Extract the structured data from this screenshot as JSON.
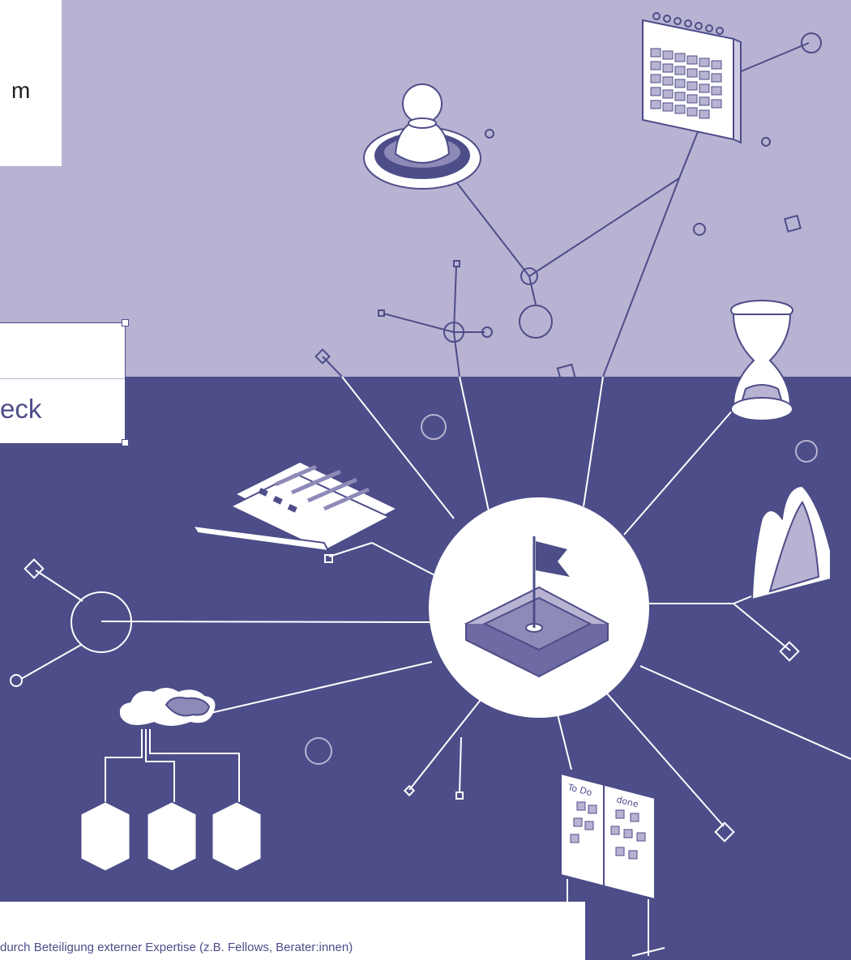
{
  "colors": {
    "background_top": "#b8b3d2",
    "background_bottom": "#4d4d89",
    "stroke": "#4d4d89",
    "white": "#ffffff"
  },
  "top_card": {
    "text": "m"
  },
  "label_box": {
    "text": "eck"
  },
  "bottom_card": {
    "text": "durch Beteiligung externer Expertise (z.B. Fellows, Berater:innen)"
  },
  "illustration": {
    "hub_icon": "flag-on-platform-icon",
    "icons": [
      "calendar-icon",
      "game-pawn-icon",
      "hourglass-icon",
      "document-rack-icon",
      "checklist-documents-icon",
      "cloud-servers-icon",
      "kanban-board-icon"
    ],
    "kanban_board": {
      "todo_label": "To Do",
      "done_label": "done"
    }
  }
}
